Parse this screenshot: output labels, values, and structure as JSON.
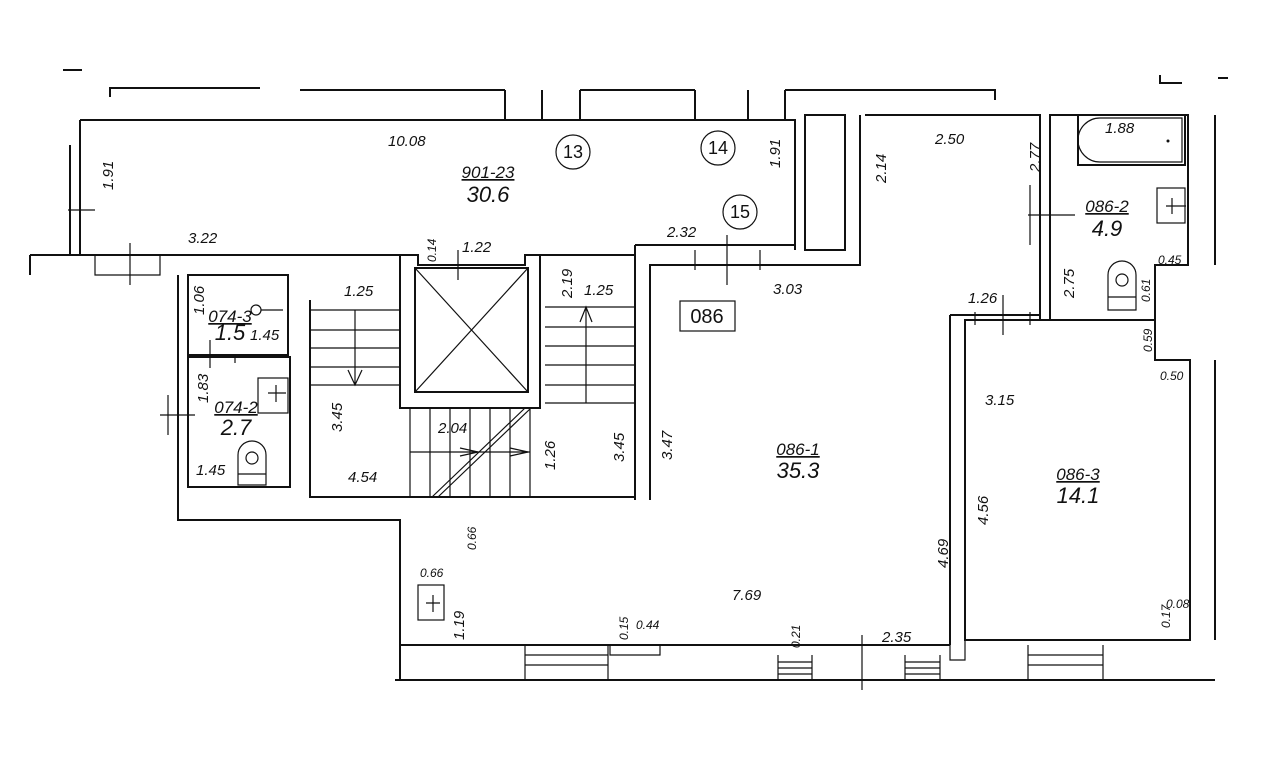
{
  "rooms": {
    "r901": {
      "code": "901-23",
      "area": "30.6"
    },
    "r074_3": {
      "code": "074-3",
      "area": "1.5"
    },
    "r074_2": {
      "code": "074-2",
      "area": "2.7"
    },
    "r086_1": {
      "code": "086-1",
      "area": "35.3"
    },
    "r086_2": {
      "code": "086-2",
      "area": "4.9"
    },
    "r086_3": {
      "code": "086-3",
      "area": "14.1"
    }
  },
  "unit_label": "086",
  "markers": [
    "13",
    "14",
    "15"
  ],
  "dims": {
    "d1": "10.08",
    "d2": "1.91",
    "d3": "1.91",
    "d4": "3.22",
    "d5": "2.32",
    "d6": "2.14",
    "d7": "2.50",
    "d8": "2.77",
    "d9": "1.88",
    "d10": "0.14",
    "d11": "1.22",
    "d12": "1.25",
    "d13": "2.19",
    "d14": "1.25",
    "d15": "3.03",
    "d16": "1.26",
    "d17": "2.75",
    "d18": "0.45",
    "d19": "0.61",
    "d20": "1.06",
    "d21": "1.45",
    "d22": "1.83",
    "d23": "1.45",
    "d24": "3.45",
    "d25": "2.04",
    "d26": "1.26",
    "d27": "3.45",
    "d28": "3.47",
    "d29": "4.54",
    "d30": "0.59",
    "d31": "0.50",
    "d32": "3.15",
    "d33": "4.56",
    "d34": "4.69",
    "d35": "0.66",
    "d36": "0.66",
    "d37": "1.19",
    "d38": "7.69",
    "d39": "0.15",
    "d40": "0.44",
    "d41": "0.21",
    "d42": "2.35",
    "d43": "0.08",
    "d44": "0.17"
  }
}
